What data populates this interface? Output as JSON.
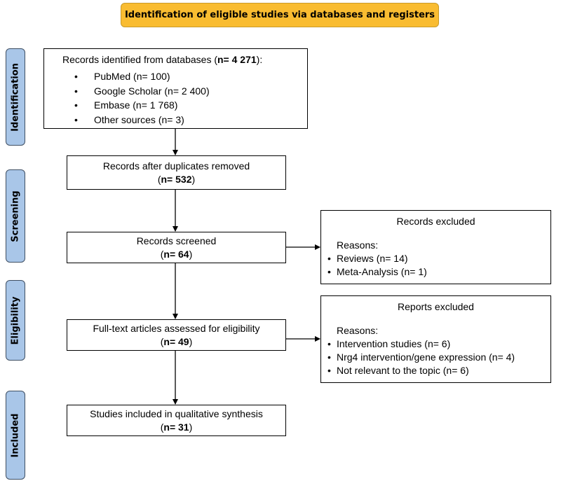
{
  "header": {
    "title": "Identification of eligible studies via databases and registers"
  },
  "stages": {
    "identification": "Identification",
    "screening": "Screening",
    "eligibility": "Eligibility",
    "included": "Included"
  },
  "identified": {
    "prefix": "Records identified from databases (",
    "count": "n= 4 271",
    "suffix": "):",
    "sources": [
      "PubMed (n= 100)",
      "Google Scholar (n= 2 400)",
      "Embase (n= 1 768)",
      "Other sources (n= 3)"
    ]
  },
  "duplicates": {
    "label": "Records after duplicates removed",
    "count": "n= 532"
  },
  "screened": {
    "label": "Records screened",
    "count": "n= 64"
  },
  "records_excluded": {
    "title": "Records excluded",
    "reasons_label": "Reasons:",
    "reasons": [
      "Reviews (n= 14)",
      "Meta-Analysis (n= 1)"
    ]
  },
  "fulltext": {
    "label": "Full-text articles assessed for eligibility",
    "count": "n= 49"
  },
  "reports_excluded": {
    "title": "Reports excluded",
    "reasons_label": "Reasons:",
    "reasons": [
      "Intervention studies (n= 6)",
      "Nrg4 intervention/gene expression (n= 4)",
      "Not relevant to the topic (n= 6)"
    ]
  },
  "included": {
    "label": "Studies included in qualitative synthesis",
    "count": "n= 31"
  }
}
